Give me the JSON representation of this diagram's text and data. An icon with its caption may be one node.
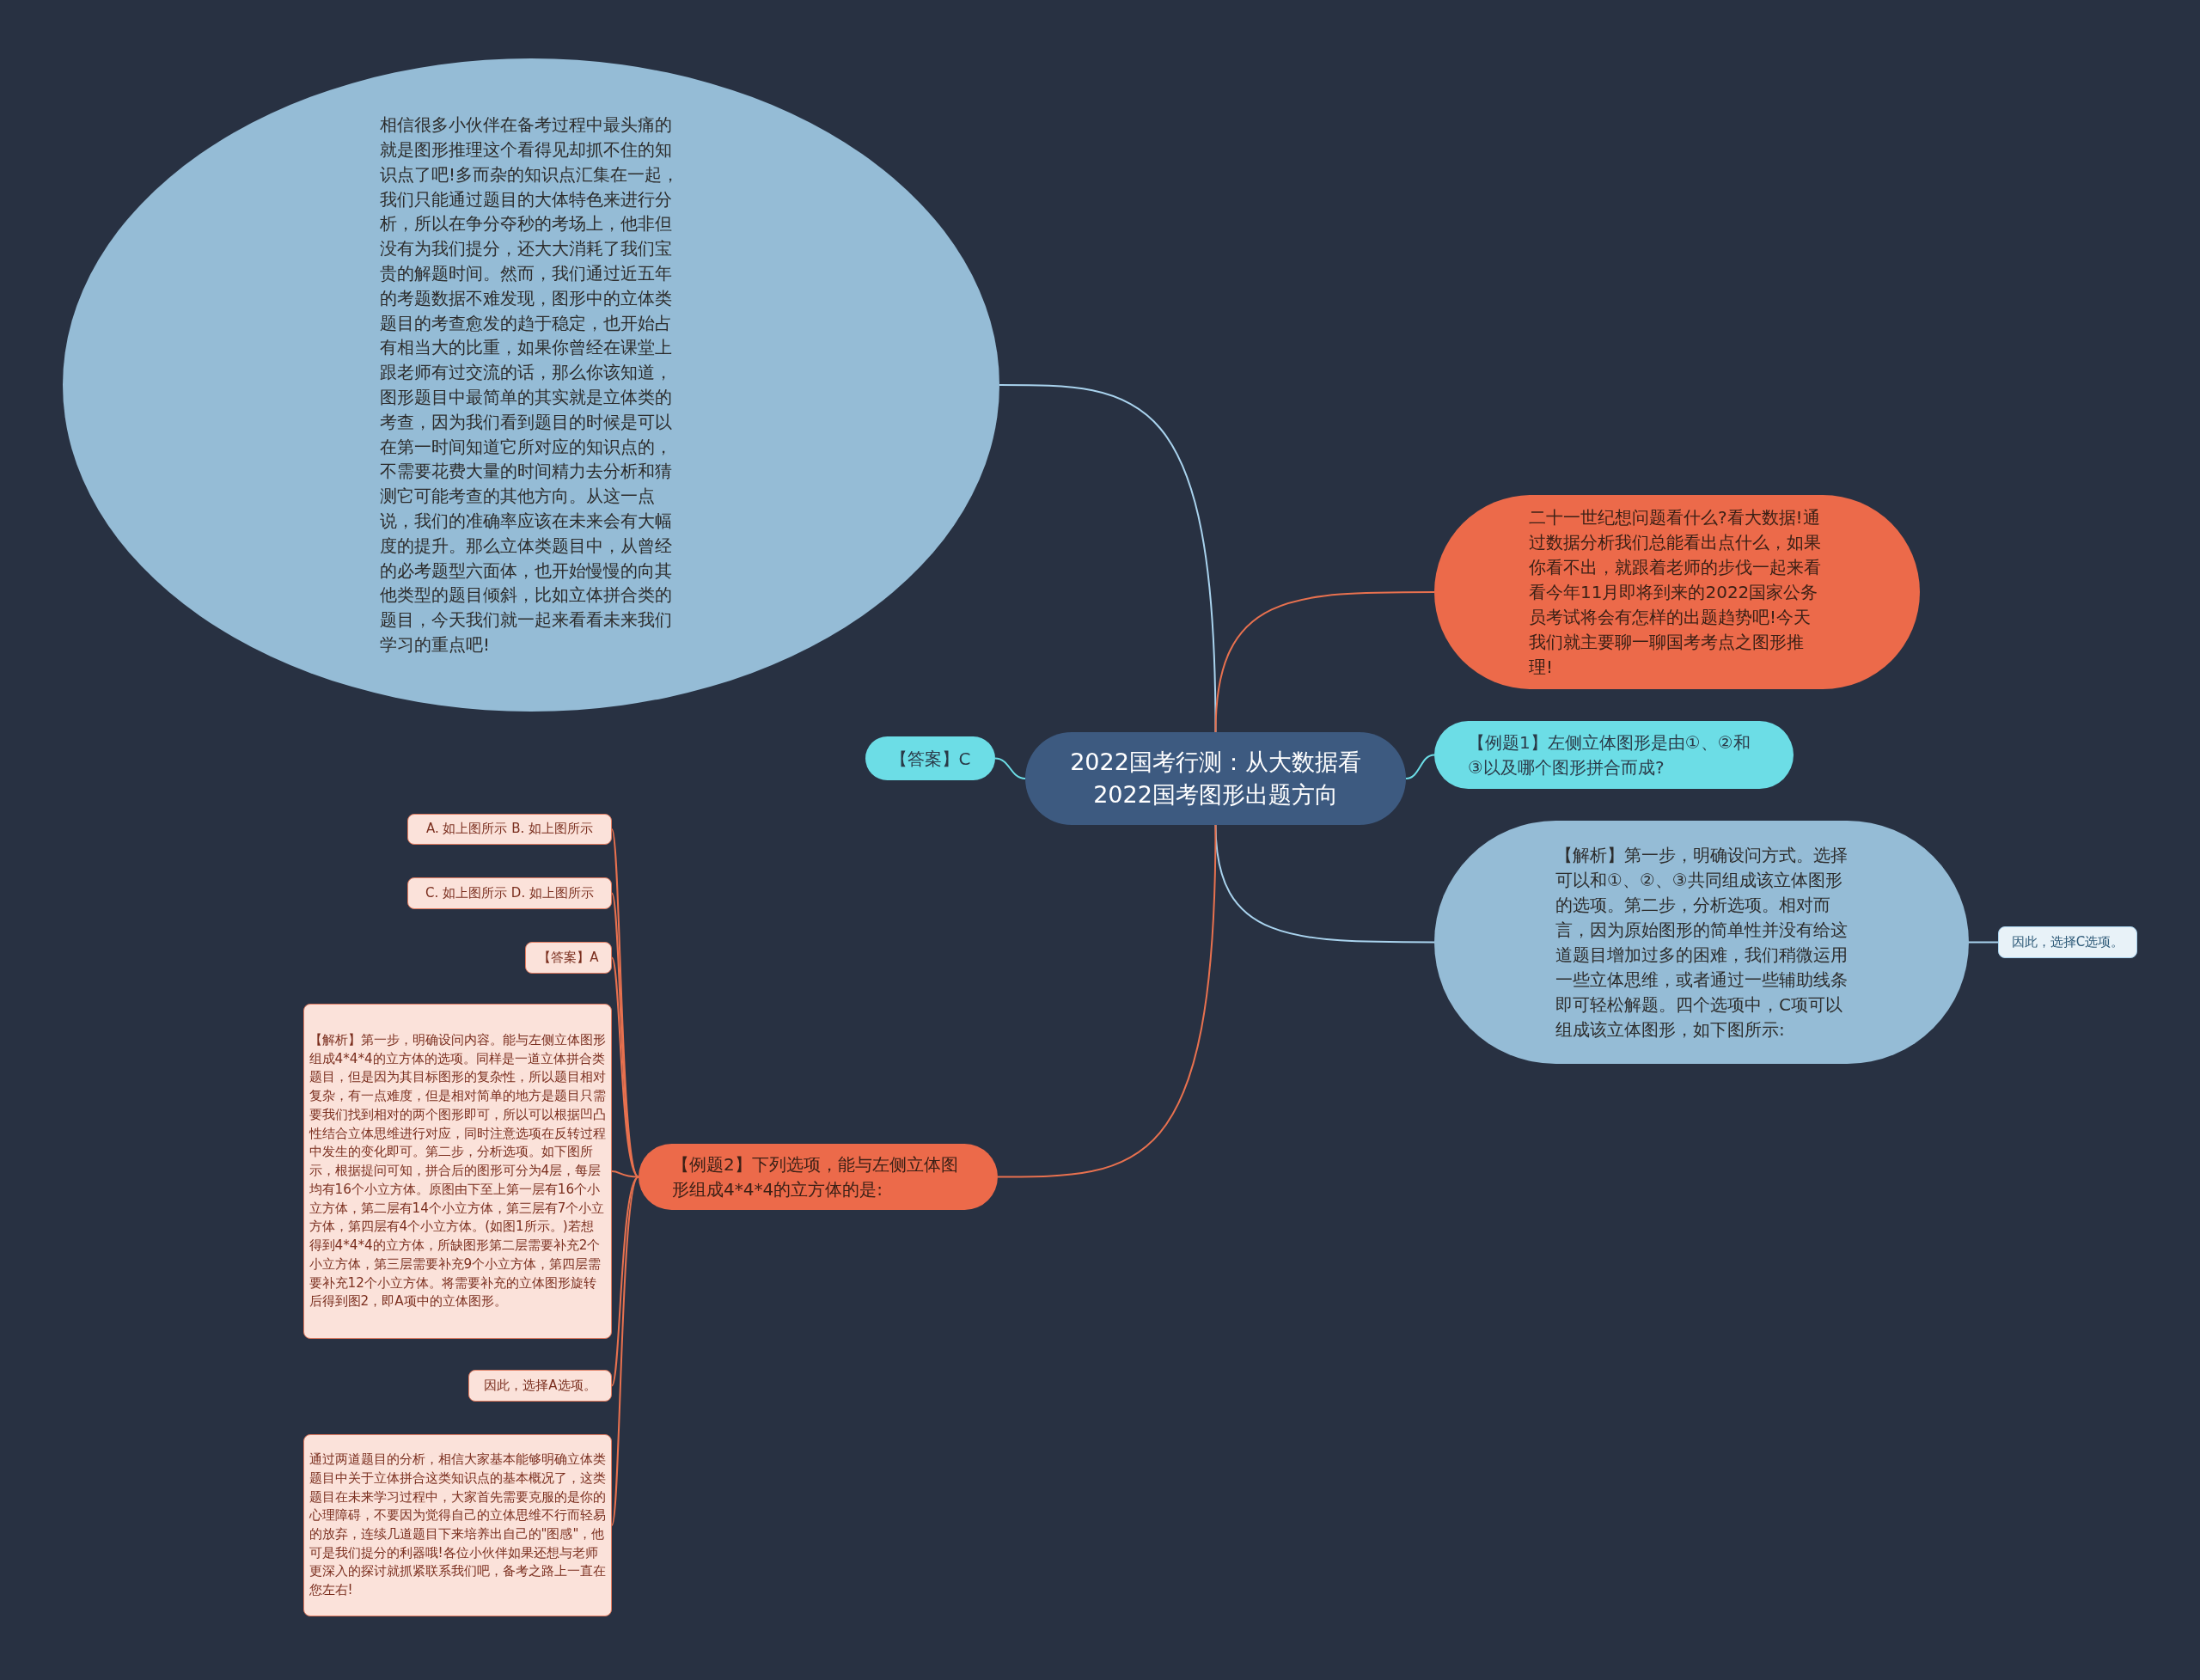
{
  "diagram": {
    "nodes": [
      {
        "text": [
          "2022国考行测：从大数据看2022国考图形出题方向"
        ]
      },
      {
        "text": [
          "相信很多小伙伴在备考过程中最头痛的就是图形推理这个看得见却抓不住的知识点了吧!多而杂的知识点汇集在一起，我们只能通过题目的大体特色来进行分析，所以在争分夺秒的考场上，他非但没有为我们提分，还大大消耗了我们宝贵的解题时间。然而，我们通过近五年的考题数据不难发现，图形中的立体类题目的考查愈发的趋于稳定，也开始占有相当大的比重，如果你曾经在课堂上跟老师有过交流的话，那么你该知道，图形题目中最简单的其实就是立体类的考查，因为我们看到题目的时候是可以在第一时间知道它所对应的知识点的，不需要花费大量的时间精力去分析和猜测它可能考查的其他方向。从这一点说，我们的准确率应该在未来会有大幅度的提升。那么立体类题目中，从曾经的必考题型六面体，也开始慢慢的向其他类型的题目倾斜，比如立体拼合类的题目，今天我们就一起来看看未来我们学习的重点吧!"
        ]
      },
      {
        "text": [
          "二十一世纪想问题看什么?看大数据!通过数据分析我们总能看出点什么，如果你看不出，就跟着老师的步伐一起来看看今年11月即将到来的2022国家公务员考试将会有怎样的出题趋势吧!今天我们就主要聊一聊国考考点之图形推理!"
        ]
      },
      {
        "text": [
          "【例题1】左侧立体图形是由①、②和③以及哪个图形拼合而成?"
        ]
      },
      {
        "text": [
          "【答案】C"
        ]
      },
      {
        "text": [
          "【解析】第一步，明确设问方式。选择可以和①、②、③共同组成该立体图形的选项。第二步，分析选项。相对而言，因为原始图形的简单性并没有给这道题目增加过多的困难，我们稍微运用一些立体思维，或者通过一些辅助线条即可轻松解题。四个选项中，C项可以组成该立体图形，如下图所示:"
        ]
      },
      {
        "text": [
          "因此，选择C选项。"
        ]
      },
      {
        "text": [
          "【例题2】下列选项，能与左侧立体图形组成4*4*4的立方体的是:"
        ]
      },
      {
        "text": [
          "A. 如上图所示 B. 如上图所示"
        ]
      },
      {
        "text": [
          "C. 如上图所示 D. 如上图所示"
        ]
      },
      {
        "text": [
          "【答案】A"
        ]
      },
      {
        "text": [
          "【解析】第一步，明确设问内容。能与左侧立体图形组成4*4*4的立方体的选项。同样是一道立体拼合类题目，但是因为其目标图形的复杂性，所以题目相对复杂，有一点难度，但是相对简单的地方是题目只需要我们找到相对的两个图形即可，所以可以根据凹凸性结合立体思维进行对应，同时注意选项在反转过程中发生的变化即可。第二步，分析选项。如下图所示，根据提问可知，拼合后的图形可分为4层，每层均有16个小立方体。原图由下至上第一层有16个小立方体，第二层有14个小立方体，第三层有7个小立方体，第四层有4个小立方体。(如图1所示。)若想得到4*4*4的立方体，所缺图形第二层需要补充2个小立方体，第三层需要补充9个小立方体，第四层需要补充12个小立方体。将需要补充的立体图形旋转后得到图2，即A项中的立体图形。"
        ]
      },
      {
        "text": [
          "因此，选择A选项。"
        ]
      },
      {
        "text": [
          "通过两道题目的分析，相信大家基本能够明确立体类题目中关于立体拼合这类知识点的基本概况了，这类题目在未来学习过程中，大家首先需要克服的是你的心理障碍，不要因为觉得自己的立体思维不行而轻易的放弃，连续几道题目下来培养出自己的\"图感\"，他可是我们提分的利器哦!各位小伙伴如果还想与老师更深入的探讨就抓紧联系我们吧，备考之路上一直在您左右!"
        ]
      }
    ],
    "edges": [
      {
        "from": 0,
        "to": 1,
        "arrow": "none",
        "color": "#a9d3ee"
      },
      {
        "from": 0,
        "to": 2,
        "arrow": "none"
      },
      {
        "from": 0,
        "to": 3,
        "arrow": "none",
        "color": "#6cdde6"
      },
      {
        "from": 0,
        "to": 4,
        "arrow": "none",
        "color": "#6cdde6"
      },
      {
        "from": 0,
        "to": 5,
        "arrow": "none",
        "color": "#a9d3ee"
      },
      {
        "from": 5,
        "to": 6,
        "arrow": "none",
        "color": "#a9d3ee"
      },
      {
        "from": 0,
        "to": 7,
        "arrow": "none"
      },
      {
        "from": 7,
        "to": 8,
        "arrow": "none"
      },
      {
        "from": 7,
        "to": 9,
        "arrow": "none"
      },
      {
        "from": 7,
        "to": 10,
        "arrow": "none"
      },
      {
        "from": 7,
        "to": 11,
        "arrow": "none"
      },
      {
        "from": 7,
        "to": 12,
        "arrow": "none"
      },
      {
        "from": 7,
        "to": 13,
        "arrow": "none"
      }
    ]
  }
}
